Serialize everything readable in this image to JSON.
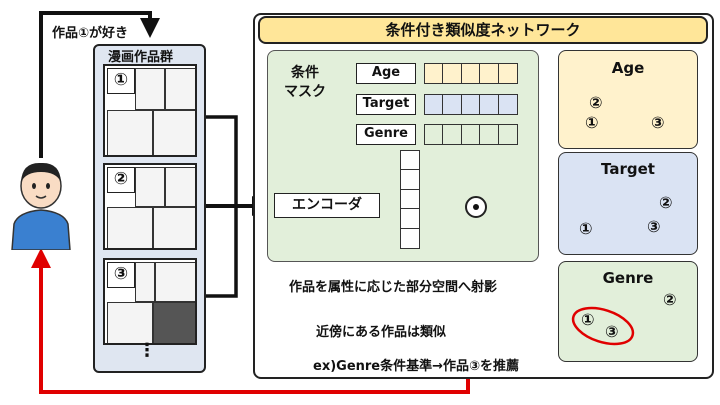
{
  "user": {
    "like_label": "作品①が好き"
  },
  "collection": {
    "title": "漫画作品群",
    "items": [
      {
        "num": "①"
      },
      {
        "num": "②"
      },
      {
        "num": "③"
      }
    ],
    "more": "⋮"
  },
  "network": {
    "title": "条件付き類似度ネットワーク",
    "mask_label": "条件\nマスク",
    "masks": [
      {
        "label": "Age",
        "color": "#fff2cc"
      },
      {
        "label": "Target",
        "color": "#dae3f3"
      },
      {
        "label": "Genre",
        "color": "#e2efda"
      }
    ],
    "encoder_label": "エンコーダ",
    "bubble_line1": "作品を属性に応じた部分空間へ射影",
    "bubble_line2": "近傍にある作品は類似",
    "caption": "ex)Genre条件基準→作品③を推薦"
  },
  "subspaces": {
    "age": {
      "title": "Age",
      "color": "#fff2cc",
      "arrow": "#bf9000",
      "p1": "①",
      "p2": "②",
      "p3": "③"
    },
    "target": {
      "title": "Target",
      "color": "#dae3f3",
      "arrow": "#5b9bd5",
      "p1": "①",
      "p2": "②",
      "p3": "③"
    },
    "genre": {
      "title": "Genre",
      "color": "#e2efda",
      "arrow": "#548235",
      "p1": "①",
      "p2": "②",
      "p3": "③"
    }
  },
  "colors": {
    "feedback_arrow": "#e00000",
    "collection_bg": "#dfe6f1",
    "title_bg": "#ffe699"
  }
}
